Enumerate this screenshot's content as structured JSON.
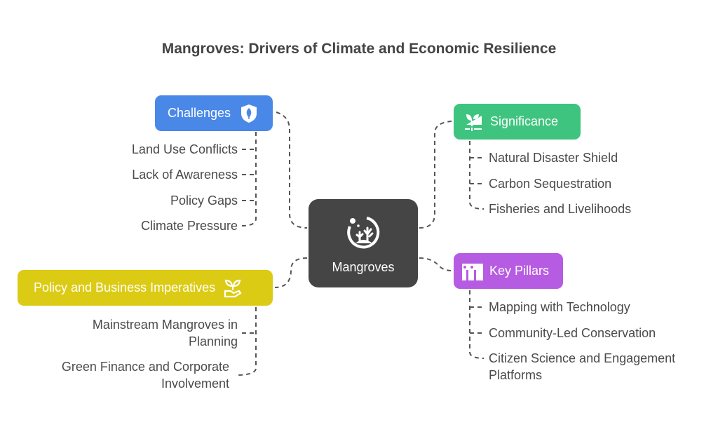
{
  "title": "Mangroves: Drivers of Climate and Economic Resilience",
  "center": {
    "label": "Mangroves",
    "icon": "coral-reef-icon",
    "color": "#454545"
  },
  "branches": {
    "challenges": {
      "label": "Challenges",
      "icon": "leaf-shield-icon",
      "color": "#4a88e8",
      "items": [
        "Land Use Conflicts",
        "Lack of Awareness",
        "Policy Gaps",
        "Climate Pressure"
      ]
    },
    "significance": {
      "label": "Significance",
      "icon": "sprout-icon",
      "color": "#3ec47f",
      "items": [
        "Natural Disaster Shield",
        "Carbon Sequestration",
        "Fisheries and Livelihoods"
      ]
    },
    "key_pillars": {
      "label": "Key Pillars",
      "icon": "pillars-icon",
      "color": "#b65ce2",
      "items": [
        "Mapping with Technology",
        "Community-Led Conservation",
        "Citizen Science and Engagement Platforms"
      ]
    },
    "policy": {
      "label": "Policy and Business Imperatives",
      "icon": "plant-in-hand-icon",
      "color": "#dccb14",
      "items": [
        "Mainstream Mangroves in Planning",
        "Green Finance and Corporate Involvement"
      ]
    }
  }
}
